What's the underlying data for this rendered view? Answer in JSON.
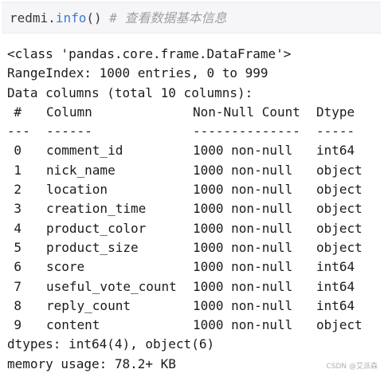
{
  "code_cell": {
    "object": "redmi",
    "dot": ".",
    "method": "info",
    "parens": "()",
    "spacer": " ",
    "comment": "# 查看数据基本信息"
  },
  "output": {
    "class_line": "<class 'pandas.core.frame.DataFrame'>",
    "range_index": "RangeIndex: 1000 entries, 0 to 999",
    "data_columns": "Data columns (total 10 columns):",
    "headers": {
      "num": "#",
      "column": "Column",
      "non_null": "Non-Null Count",
      "dtype": "Dtype"
    },
    "dashes": {
      "num": "---",
      "column": "------",
      "non_null": "--------------",
      "dtype": "-----"
    },
    "rows": [
      {
        "num": "0",
        "column": "comment_id",
        "non_null": "1000 non-null",
        "dtype": "int64"
      },
      {
        "num": "1",
        "column": "nick_name",
        "non_null": "1000 non-null",
        "dtype": "object"
      },
      {
        "num": "2",
        "column": "location",
        "non_null": "1000 non-null",
        "dtype": "object"
      },
      {
        "num": "3",
        "column": "creation_time",
        "non_null": "1000 non-null",
        "dtype": "object"
      },
      {
        "num": "4",
        "column": "product_color",
        "non_null": "1000 non-null",
        "dtype": "object"
      },
      {
        "num": "5",
        "column": "product_size",
        "non_null": "1000 non-null",
        "dtype": "object"
      },
      {
        "num": "6",
        "column": "score",
        "non_null": "1000 non-null",
        "dtype": "int64"
      },
      {
        "num": "7",
        "column": "useful_vote_count",
        "non_null": "1000 non-null",
        "dtype": "int64"
      },
      {
        "num": "8",
        "column": "reply_count",
        "non_null": "1000 non-null",
        "dtype": "int64"
      },
      {
        "num": "9",
        "column": "content",
        "non_null": "1000 non-null",
        "dtype": "object"
      }
    ],
    "dtypes_line": "dtypes: int64(4), object(6)",
    "memory_line": "memory usage: 78.2+ KB"
  },
  "watermark": "CSDN @艾派森"
}
